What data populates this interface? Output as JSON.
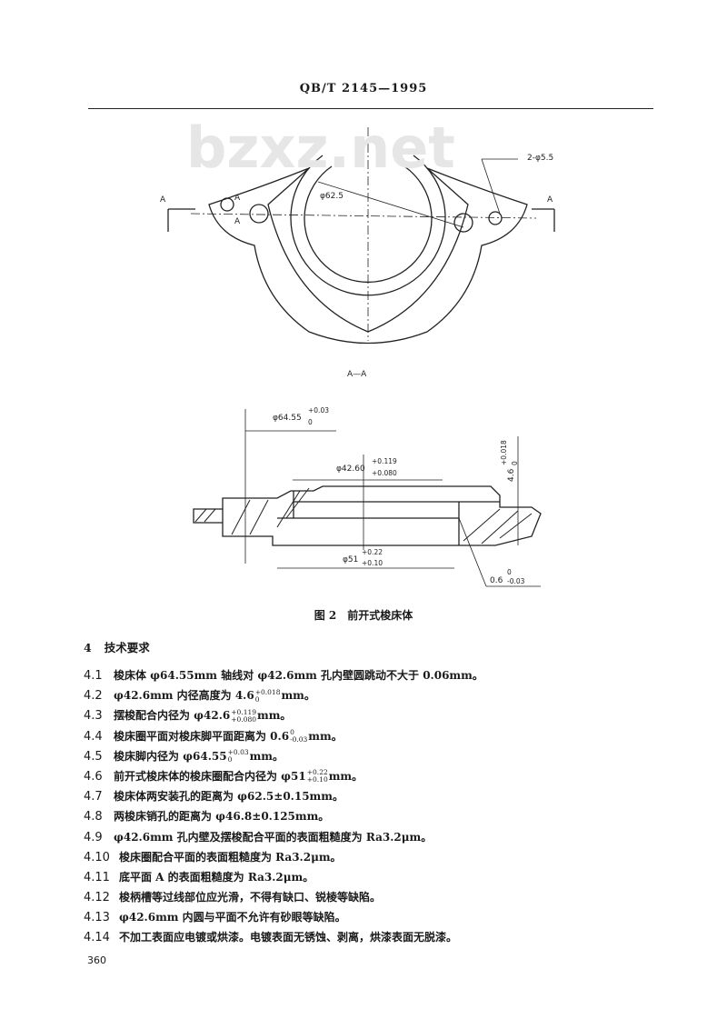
{
  "header": {
    "standard": "QB/T 2145—1995"
  },
  "watermark": "bzxz.net",
  "figure_top": {
    "labels": {
      "diameter": "φ62.5",
      "holes": "2-φ5.5",
      "section_a": "A",
      "view_label": "A—A"
    }
  },
  "figure_bottom": {
    "d64": {
      "base": "φ64.55",
      "up": "+0.03",
      "low": "0"
    },
    "d42": {
      "base": "φ42.60",
      "up": "+0.119",
      "low": "+0.080"
    },
    "d51": {
      "base": "φ51",
      "up": "+0.22",
      "low": "+0.10"
    },
    "h46": {
      "base": "4.6",
      "up": "+0.018",
      "low": "0"
    },
    "h06": {
      "base": "0.6",
      "up": "0",
      "low": "-0.03"
    }
  },
  "caption": "图 2　前开式梭床体",
  "section": {
    "number": "4",
    "title": "技术要求"
  },
  "items": [
    {
      "num": "4.1",
      "pre": "梭床体 φ64.55mm 轴线对 φ42.6mm 孔内壁圆跳动不大于 0.06mm。"
    },
    {
      "num": "4.2",
      "pre": "φ42.6mm 内径高度为 4.6",
      "up": "+0.018",
      "low": "0",
      "post": "mm。"
    },
    {
      "num": "4.3",
      "pre": "摆梭配合内径为 φ42.6",
      "up": "+0.119",
      "low": "+0.080",
      "post": "mm。"
    },
    {
      "num": "4.4",
      "pre": "梭床圈平面对梭床脚平面距离为 0.6",
      "up": "0",
      "low": "-0.03",
      "post": "mm。"
    },
    {
      "num": "4.5",
      "pre": "梭床脚内径为 φ64.55",
      "up": "+0.03",
      "low": "0",
      "post": "mm。"
    },
    {
      "num": "4.6",
      "pre": "前开式梭床体的梭床圈配合内径为 φ51",
      "up": "+0.22",
      "low": "+0.10",
      "post": "mm。"
    },
    {
      "num": "4.7",
      "pre": "梭床体两安装孔的距离为 φ62.5±0.15mm。"
    },
    {
      "num": "4.8",
      "pre": "两梭床销孔的距离为 φ46.8±0.125mm。"
    },
    {
      "num": "4.9",
      "pre": "φ42.6mm 孔内壁及摆梭配合平面的表面粗糙度为 Ra3.2μm。"
    },
    {
      "num": "4.10",
      "pre": "梭床圈配合平面的表面粗糙度为 Ra3.2μm。"
    },
    {
      "num": "4.11",
      "pre": "底平面 A 的表面粗糙度为 Ra3.2μm。"
    },
    {
      "num": "4.12",
      "pre": "梭柄槽等过线部位应光滑，不得有缺口、锐棱等缺陷。"
    },
    {
      "num": "4.13",
      "pre": "φ42.6mm 内圆与平面不允许有砂眼等缺陷。"
    },
    {
      "num": "4.14",
      "pre": "不加工表面应电镀或烘漆。电镀表面无锈蚀、剥离，烘漆表面无脱漆。"
    }
  ],
  "page_number": "360"
}
